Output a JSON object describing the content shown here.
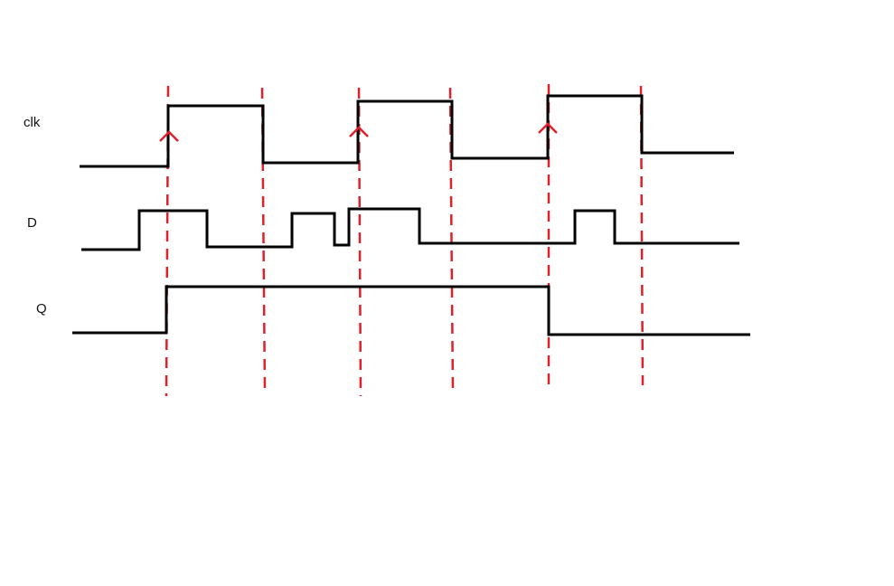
{
  "signals": [
    {
      "name": "clk",
      "levels": [
        0,
        1,
        0,
        1,
        0,
        1,
        0
      ]
    },
    {
      "name": "D",
      "levels": [
        0,
        1,
        0,
        1,
        0,
        1,
        0,
        1,
        0
      ]
    },
    {
      "name": "Q",
      "levels": [
        0,
        1,
        0
      ]
    }
  ],
  "rising_edges_marked": 3,
  "colors": {
    "waveform": "#000000",
    "edge_marker": "#e0202a"
  }
}
